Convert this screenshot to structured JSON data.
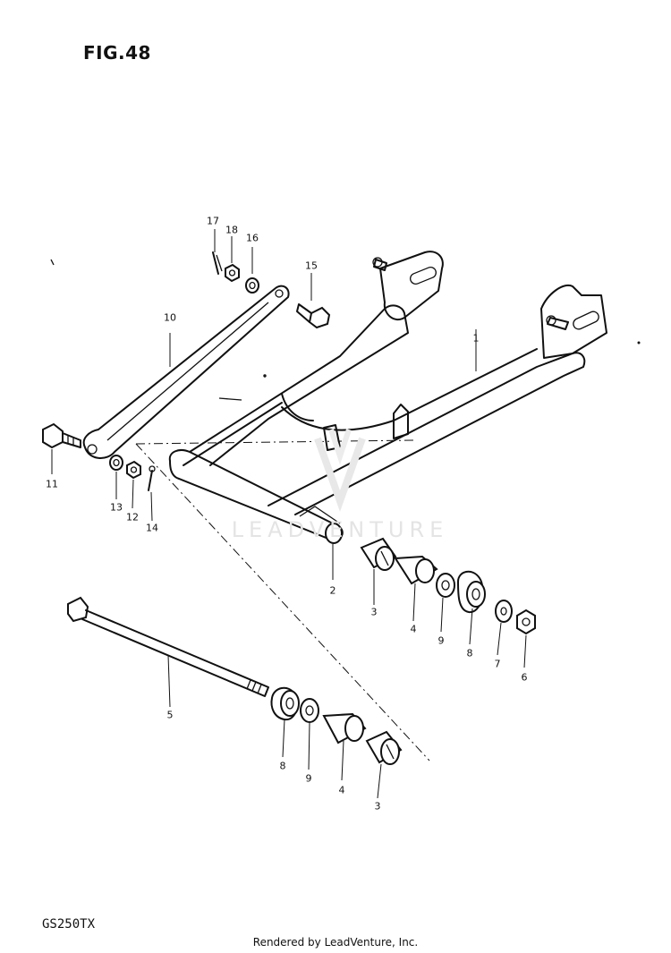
{
  "figure": {
    "title": "FIG.48",
    "model": "GS250TX",
    "credit": "Rendered by LeadVenture, Inc.",
    "watermark": "LEADVENTURE"
  },
  "callouts": [
    {
      "id": "c1",
      "label": "1"
    },
    {
      "id": "c2",
      "label": "2"
    },
    {
      "id": "c3a",
      "label": "3"
    },
    {
      "id": "c4a",
      "label": "4"
    },
    {
      "id": "c9a",
      "label": "9"
    },
    {
      "id": "c8a",
      "label": "8"
    },
    {
      "id": "c7",
      "label": "7"
    },
    {
      "id": "c6",
      "label": "6"
    },
    {
      "id": "c5",
      "label": "5"
    },
    {
      "id": "c8b",
      "label": "8"
    },
    {
      "id": "c9b",
      "label": "9"
    },
    {
      "id": "c4b",
      "label": "4"
    },
    {
      "id": "c3b",
      "label": "3"
    },
    {
      "id": "c10",
      "label": "10"
    },
    {
      "id": "c11",
      "label": "11"
    },
    {
      "id": "c12",
      "label": "12"
    },
    {
      "id": "c13",
      "label": "13"
    },
    {
      "id": "c14",
      "label": "14"
    },
    {
      "id": "c15",
      "label": "15"
    },
    {
      "id": "c16",
      "label": "16"
    },
    {
      "id": "c17",
      "label": "17"
    },
    {
      "id": "c18",
      "label": "18"
    }
  ]
}
